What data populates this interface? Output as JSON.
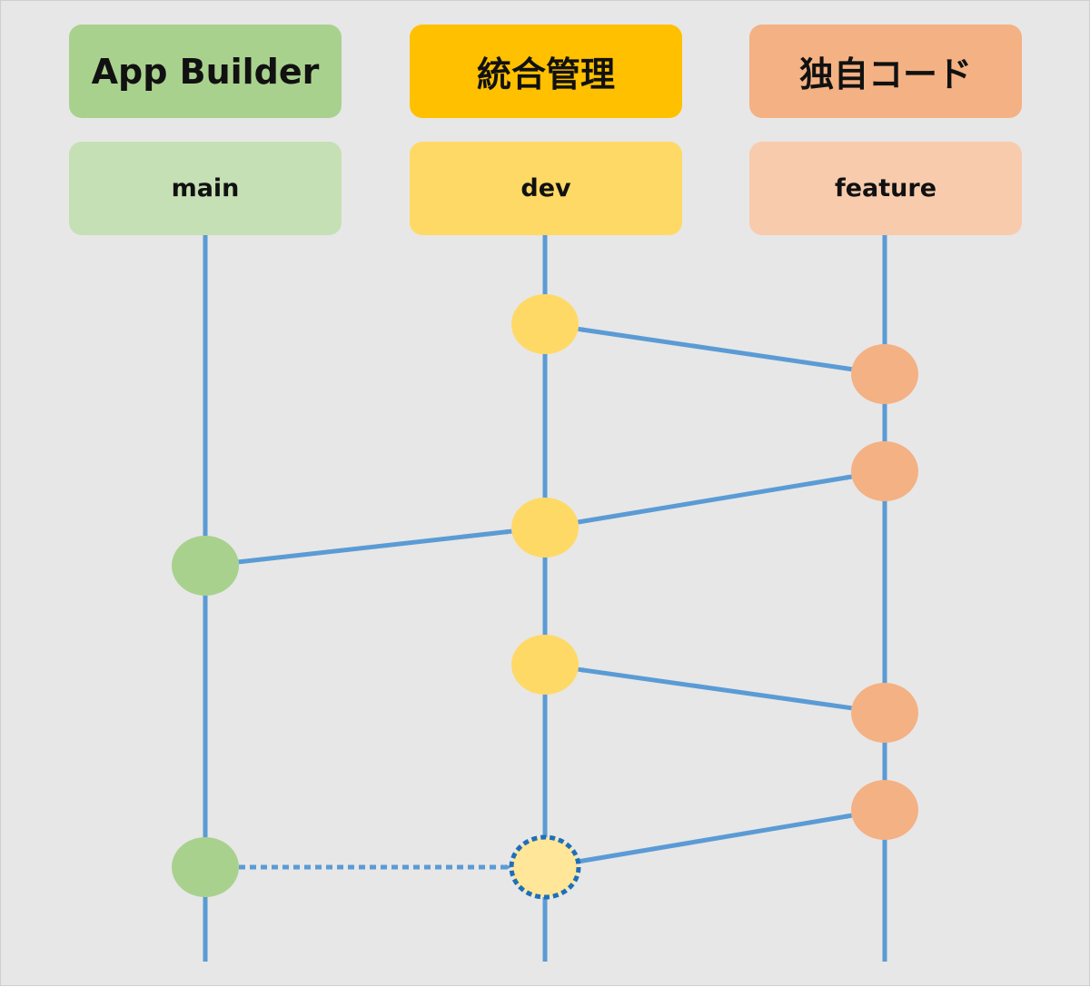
{
  "colors": {
    "background": "#e7e7e7",
    "line": "#5b9bd5",
    "dotted_border": "#1f6fb8",
    "green_head": "#a9d18e",
    "green_branch": "#c5e0b4",
    "green_node": "#a9d18e",
    "yellow_head": "#ffc000",
    "yellow_branch": "#ffd966",
    "yellow_node": "#ffd966",
    "yellow_pending": "#ffe699",
    "orange_head": "#f4b183",
    "orange_branch": "#f8cbad",
    "orange_node": "#f4b183"
  },
  "columns": [
    {
      "id": "app-builder",
      "title": "App Builder",
      "branch": "main"
    },
    {
      "id": "integration",
      "title": "統合管理",
      "branch": "dev"
    },
    {
      "id": "custom-code",
      "title": "独自コード",
      "branch": "feature"
    }
  ],
  "commits": [
    {
      "id": "d1",
      "column": "integration",
      "step": 1,
      "status": "done"
    },
    {
      "id": "f1",
      "column": "custom-code",
      "step": 2,
      "status": "done"
    },
    {
      "id": "f2",
      "column": "custom-code",
      "step": 3,
      "status": "done"
    },
    {
      "id": "d2",
      "column": "integration",
      "step": 4,
      "status": "done"
    },
    {
      "id": "m1",
      "column": "app-builder",
      "step": 5,
      "status": "done"
    },
    {
      "id": "d3",
      "column": "integration",
      "step": 6,
      "status": "done"
    },
    {
      "id": "f3",
      "column": "custom-code",
      "step": 7,
      "status": "done"
    },
    {
      "id": "f4",
      "column": "custom-code",
      "step": 8,
      "status": "done"
    },
    {
      "id": "m2",
      "column": "app-builder",
      "step": 9,
      "status": "done"
    },
    {
      "id": "d4",
      "column": "integration",
      "step": 9,
      "status": "pending"
    }
  ],
  "merges": [
    {
      "from": "f1",
      "to": "d1",
      "style": "solid"
    },
    {
      "from": "d2",
      "to": "f2",
      "style": "solid"
    },
    {
      "from": "m1",
      "to": "d2",
      "style": "solid"
    },
    {
      "from": "f3",
      "to": "d3",
      "style": "solid"
    },
    {
      "from": "d4",
      "to": "f4",
      "style": "solid"
    },
    {
      "from": "m2",
      "to": "d4",
      "style": "dotted"
    }
  ]
}
